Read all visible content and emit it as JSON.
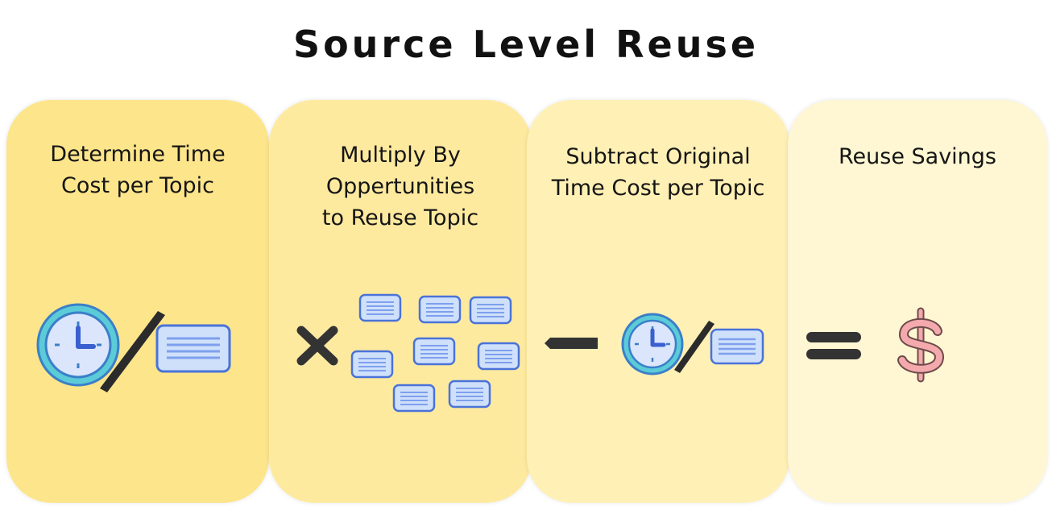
{
  "title": "Source Level Reuse",
  "steps": [
    {
      "label": "Determine Time\nCost per Topic",
      "icon": "clock-per-topic-icon"
    },
    {
      "label": "Multiply By\nOppertunities\nto Reuse Topic",
      "icon": "topic-copies-icon"
    },
    {
      "label": "Subtract Original\nTime Cost per Topic",
      "icon": "clock-per-topic-icon"
    },
    {
      "label": "Reuse Savings",
      "icon": "dollar-icon"
    }
  ],
  "operators": [
    "multiply",
    "minus",
    "equals"
  ],
  "colors": {
    "card_1": "#fde58b",
    "card_2": "#feea9f",
    "card_3": "#fff0b5",
    "card_4": "#fff7d3",
    "clock_ring": "#5ccbd8",
    "clock_face": "#dbe5fb",
    "document_blue": "#4a73d8",
    "operator": "#333333",
    "dollar": "#f4a9ad"
  }
}
